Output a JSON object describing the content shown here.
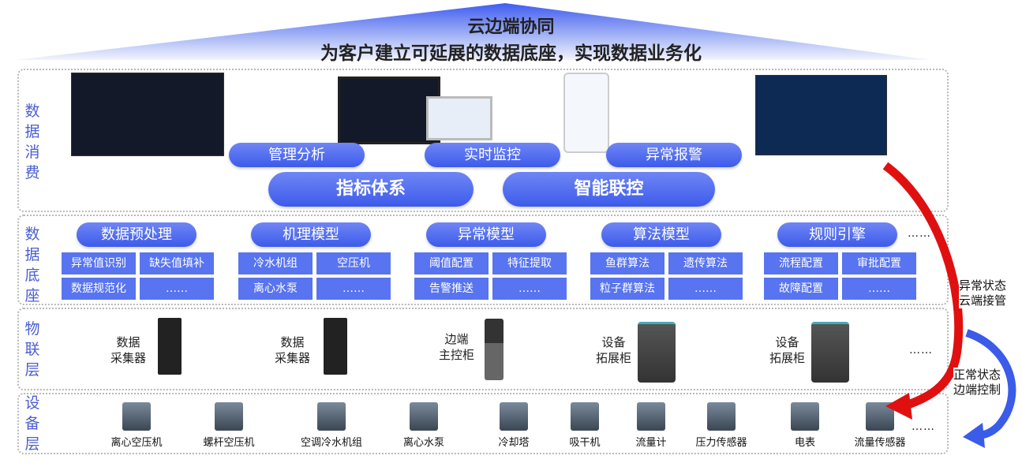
{
  "header": {
    "title": "云边端协同",
    "subtitle": "为客户建立可延展的数据底座，实现数据业务化"
  },
  "layers": {
    "consumption": {
      "label": "数据消费",
      "pills": [
        "管理分析",
        "实时监控",
        "异常报警"
      ],
      "big_pills": [
        "指标体系",
        "智能联控"
      ]
    },
    "foundation": {
      "label": "数据底座",
      "more": "……",
      "groups": [
        {
          "title": "数据预处理",
          "items": [
            "异常值识别",
            "缺失值填补",
            "数据规范化",
            "……"
          ]
        },
        {
          "title": "机理模型",
          "items": [
            "冷水机组",
            "空压机",
            "离心水泵",
            "……"
          ]
        },
        {
          "title": "异常模型",
          "items": [
            "阈值配置",
            "特征提取",
            "告警推送",
            "……"
          ]
        },
        {
          "title": "算法模型",
          "items": [
            "鱼群算法",
            "遗传算法",
            "粒子群算法",
            "……"
          ]
        },
        {
          "title": "规则引擎",
          "items": [
            "流程配置",
            "审批配置",
            "故障配置",
            "……"
          ]
        }
      ]
    },
    "iot": {
      "label": "物联层",
      "more": "……",
      "devices": [
        {
          "l1": "数据",
          "l2": "采集器",
          "kind": "collector"
        },
        {
          "l1": "数据",
          "l2": "采集器",
          "kind": "collector"
        },
        {
          "l1": "边端",
          "l2": "主控柜",
          "kind": "kiosk"
        },
        {
          "l1": "设备",
          "l2": "拓展柜",
          "kind": "cabinet"
        },
        {
          "l1": "设备",
          "l2": "拓展柜",
          "kind": "cabinet"
        }
      ]
    },
    "equipment": {
      "label": "设备层",
      "more": "……",
      "items": [
        "离心空压机",
        "螺杆空压机",
        "空调冷水机组",
        "离心水泵",
        "冷却塔",
        "吸干机",
        "流量计",
        "压力传感器",
        "电表",
        "流量传感器"
      ]
    }
  },
  "side": {
    "abnormal": [
      "异常状态",
      "云端接管"
    ],
    "normal": [
      "正常状态",
      "边端控制"
    ]
  },
  "colors": {
    "accent": "#4a64ee",
    "cell": "#5874f0",
    "red_arrow": "#e01010",
    "blue_arrow": "#3a5ce8"
  }
}
